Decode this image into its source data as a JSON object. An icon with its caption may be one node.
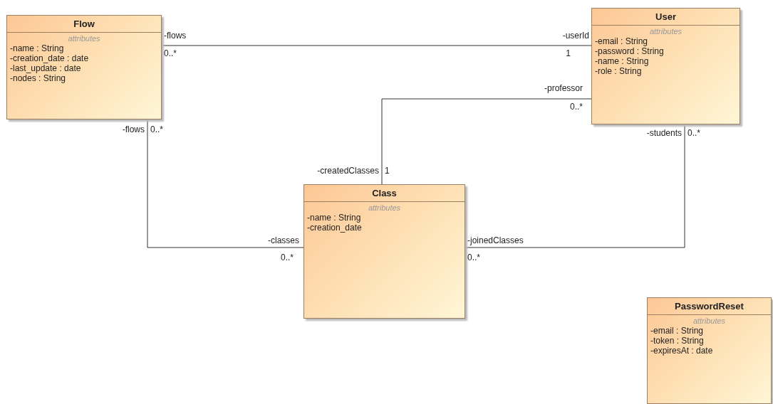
{
  "diagram": {
    "nodes": [
      {
        "text": [
          "Flow",
          "attributes",
          "-name : String",
          "-creation_date : date",
          "-last_update : date",
          "-nodes : String"
        ]
      },
      {
        "text": [
          "User",
          "attributes",
          "-email : String",
          "-password : String",
          "-name : String",
          "-role : String"
        ]
      },
      {
        "text": [
          "Class",
          "attributes",
          "-name : String",
          "-creation_date"
        ]
      },
      {
        "text": [
          "PasswordReset",
          "attributes",
          "-email : String",
          "-token : String",
          "-expiresAt : date"
        ]
      }
    ],
    "edges": [
      {
        "from": 0,
        "to": 1,
        "arrow": "none"
      },
      {
        "from": 1,
        "to": 2,
        "arrow": "none"
      },
      {
        "from": 0,
        "to": 2,
        "arrow": "none"
      },
      {
        "from": 2,
        "to": 1,
        "arrow": "none"
      }
    ],
    "labels": [
      "-flows",
      "-userId",
      "0..*",
      "1",
      "-professor",
      "0..*",
      "-flows",
      "0..*",
      "-students",
      "0..*",
      "-createdClasses",
      "1",
      "-classes",
      "-joinedClasses",
      "0..*",
      "0..*"
    ]
  }
}
